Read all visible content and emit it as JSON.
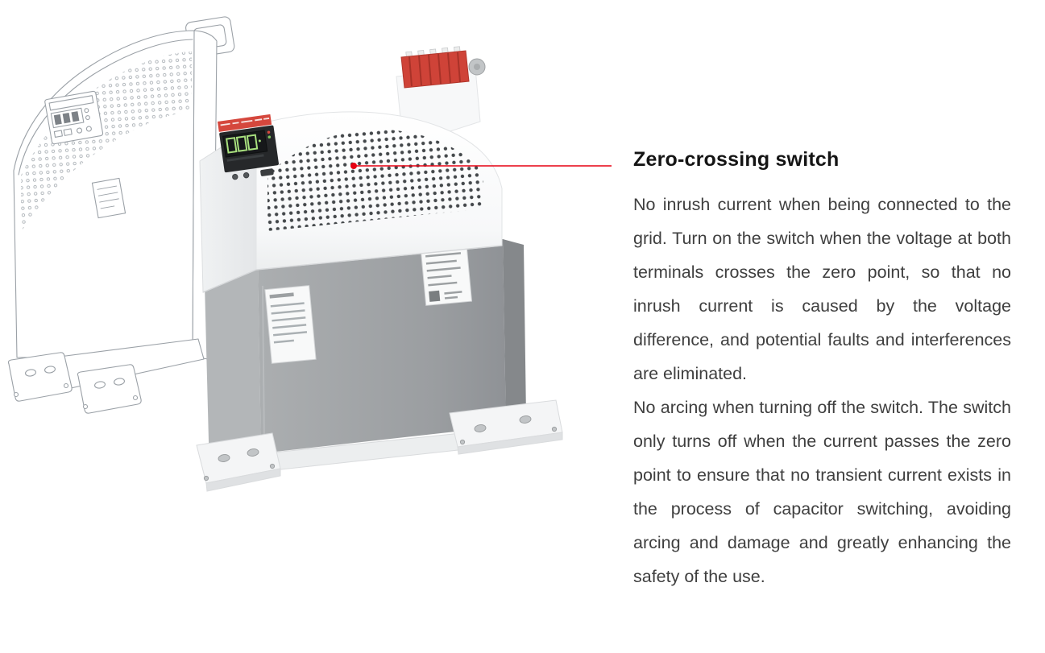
{
  "page": {
    "background": "#ffffff"
  },
  "figure": {
    "left_illustration": "capacitor-outline-drawing",
    "right_illustration": "smart-capacitor-product-render",
    "callout_points_at": "zero-crossing-switch-inside-housing"
  },
  "feature": {
    "heading": "Zero-crossing switch",
    "paragraphs": [
      "No inrush current when being connected to the grid. Turn on the switch when the voltage at both terminals crosses the zero point, so that no inrush current is caused by the voltage difference, and potential faults and interferences are eliminated.",
      "No arcing when turning off the switch. The switch only turns off when the current passes the zero point to ensure that no transient current exists in the process of capacitor switching, avoiding arcing and damage and greatly enhancing the safety of the use."
    ]
  },
  "colors": {
    "accent": "#e60012",
    "heading_text": "#151515",
    "body_text": "#3f3f3f",
    "background": "#ffffff",
    "device_gray": "#9b9ea1",
    "terminal_red": "#cf4338"
  }
}
